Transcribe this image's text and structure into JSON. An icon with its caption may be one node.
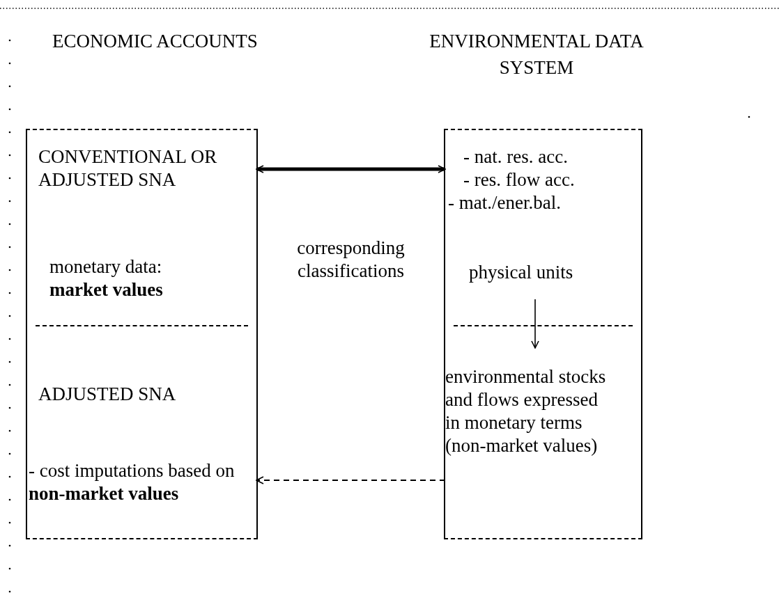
{
  "diagram": {
    "nodes": [
      {
        "text": [
          "ECONOMIC ACCOUNTS"
        ]
      },
      {
        "text": [
          "CONVENTIONAL OR ADJUSTED SNA",
          "monetary data: **market values**"
        ],
        "in": 0
      },
      {
        "text": [
          "ADJUSTED SNA",
          "- cost imputations based on **non-market values**"
        ],
        "in": 0
      },
      {
        "text": [
          "ENVIRONMENTAL DATA SYSTEM"
        ]
      },
      {
        "text": [
          "- nat. res. acc.",
          "- res. flow acc.",
          "- mat./ener.bal.",
          "physical units"
        ],
        "in": 3
      },
      {
        "text": [
          "environmental stocks and flows expressed in monetary terms (non-market values)"
        ],
        "in": 3
      }
    ],
    "edges": [
      {
        "from": 1,
        "to": 4,
        "arrow": "both",
        "label": "corresponding classifications",
        "style": "thick"
      },
      {
        "from": 4,
        "to": 5,
        "arrow": "to"
      },
      {
        "from": 5,
        "to": 2,
        "arrow": "to",
        "style": "dashed"
      }
    ]
  }
}
